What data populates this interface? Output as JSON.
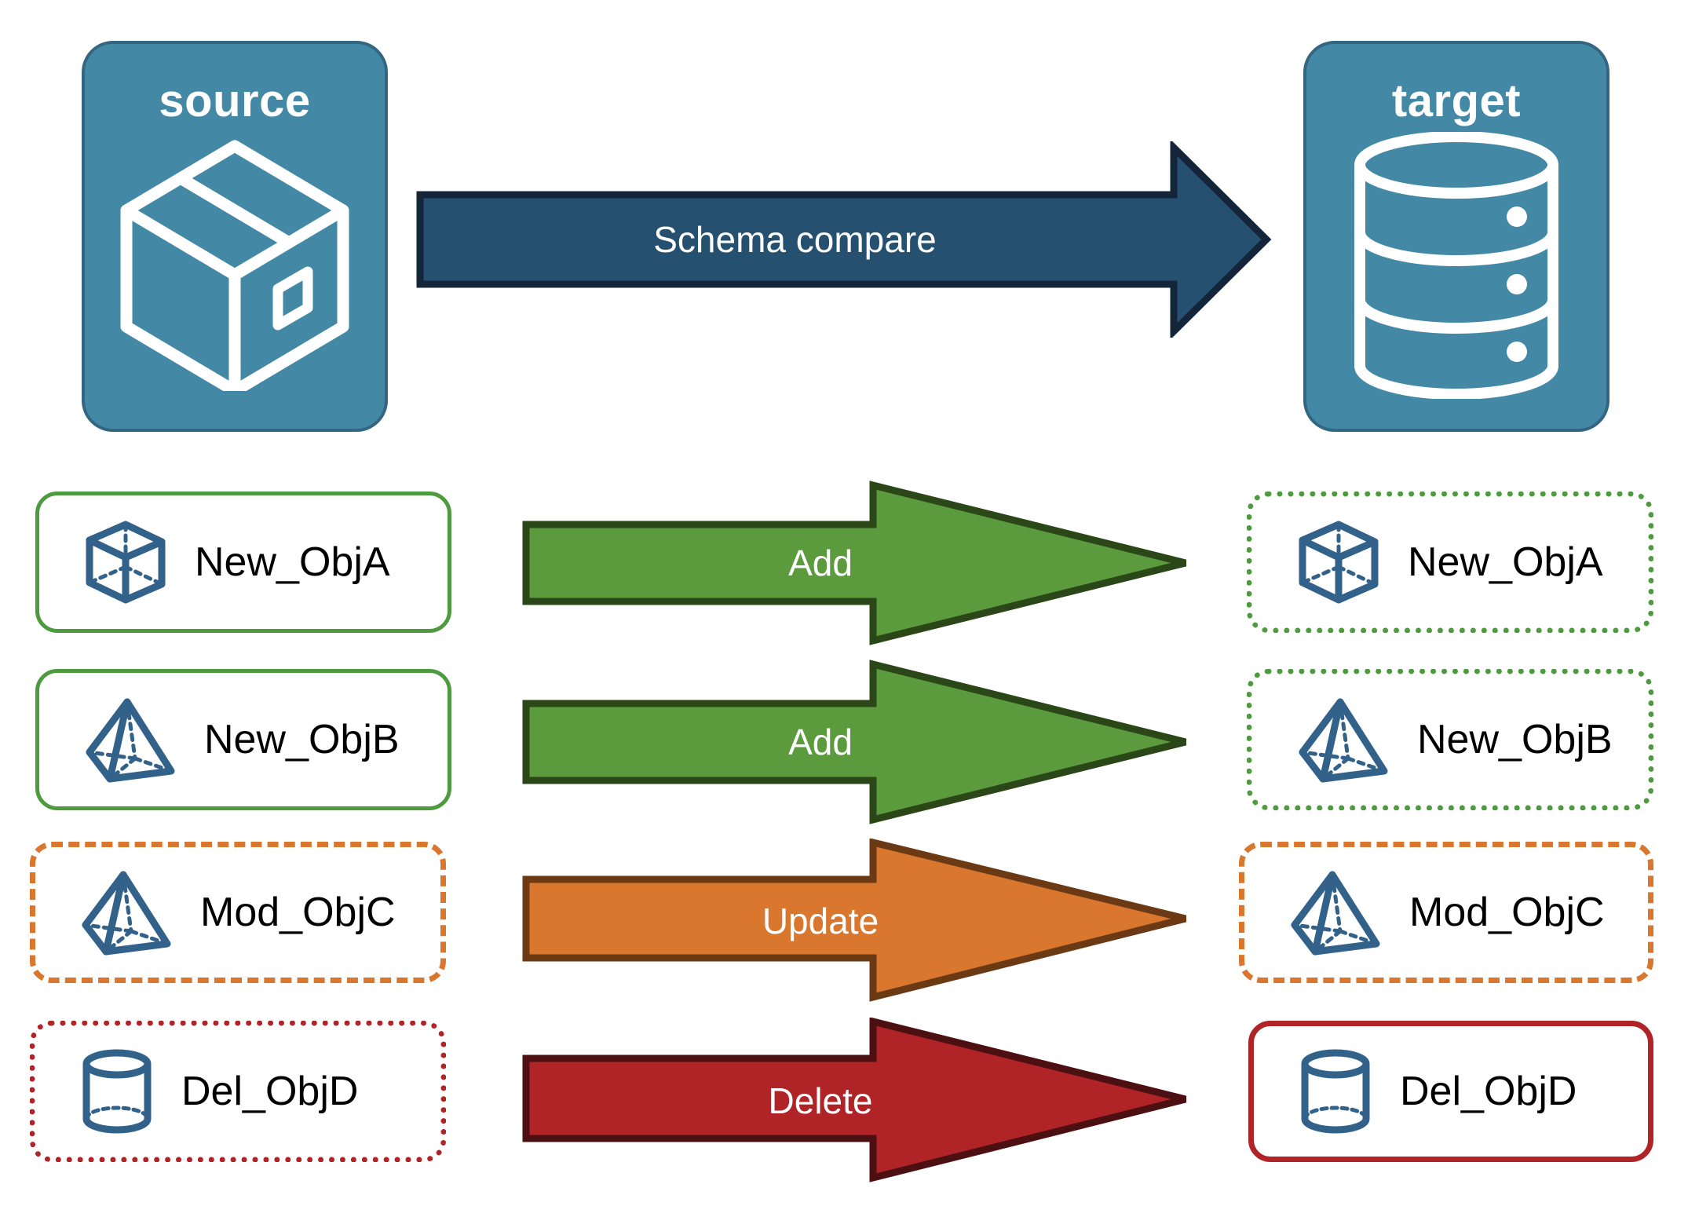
{
  "diagram": {
    "title": "Schema compare source to target",
    "colors": {
      "panel_fill": "#4389A6",
      "panel_stroke": "#336680",
      "compare_arrow_fill": "#255070",
      "compare_arrow_stroke": "#14253A",
      "add_fill": "#5B9B3D",
      "add_stroke": "#2B4718",
      "update_fill": "#D9772F",
      "update_stroke": "#6B3A14",
      "delete_fill": "#B02327",
      "delete_stroke": "#4D1012",
      "object_icon": "#32618A",
      "text_dark": "#000000",
      "text_light": "#FFFFFF"
    }
  },
  "endpoints": {
    "source": {
      "label": "source",
      "icon": "package-box-icon"
    },
    "target": {
      "label": "target",
      "icon": "database-cylinder-icon"
    }
  },
  "compare_arrow": {
    "label": "Schema compare",
    "direction": "right"
  },
  "rows": [
    {
      "action": "Add",
      "action_color": "#5B9B3D",
      "source": {
        "label": "New_ObjA",
        "icon": "cube-wireframe-icon",
        "border_style": "solid",
        "border_color": "#4E9A3E"
      },
      "target": {
        "label": "New_ObjA",
        "icon": "cube-wireframe-icon",
        "border_style": "dotted",
        "border_color": "#4E9A3E"
      }
    },
    {
      "action": "Add",
      "action_color": "#5B9B3D",
      "source": {
        "label": "New_ObjB",
        "icon": "pyramid-wireframe-icon",
        "border_style": "solid",
        "border_color": "#4E9A3E"
      },
      "target": {
        "label": "New_ObjB",
        "icon": "pyramid-wireframe-icon",
        "border_style": "dotted",
        "border_color": "#4E9A3E"
      }
    },
    {
      "action": "Update",
      "action_color": "#D9772F",
      "source": {
        "label": "Mod_ObjC",
        "icon": "pyramid-wireframe-icon",
        "border_style": "dashed",
        "border_color": "#D9772F"
      },
      "target": {
        "label": "Mod_ObjC",
        "icon": "pyramid-wireframe-icon",
        "border_style": "dashed",
        "border_color": "#D9772F"
      }
    },
    {
      "action": "Delete",
      "action_color": "#B02327",
      "source": {
        "label": "Del_ObjD",
        "icon": "cylinder-wireframe-icon",
        "border_style": "dotted",
        "border_color": "#B02327"
      },
      "target": {
        "label": "Del_ObjD",
        "icon": "cylinder-wireframe-icon",
        "border_style": "solid",
        "border_color": "#B02327"
      }
    }
  ]
}
